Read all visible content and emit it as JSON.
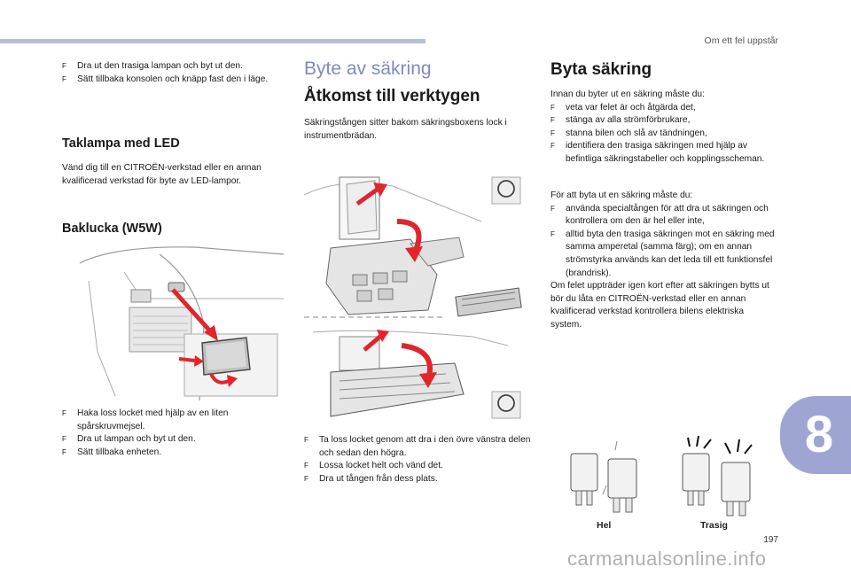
{
  "header": {
    "section": "Om ett fel uppstår"
  },
  "col1": {
    "intro_bullets": [
      "Dra ut den trasiga lampan och byt ut den.",
      "Sätt tillbaka konsolen och knäpp fast den i läge."
    ],
    "led_heading": "Taklampa med LED",
    "led_text": "Vänd dig till en CITROËN-verkstad eller en annan kvalificerad verkstad för byte av LED-lampor.",
    "tailgate_heading": "Baklucka (W5W)",
    "tailgate_bullets": [
      "Haka loss locket med hjälp av en liten spårskruvmejsel.",
      "Dra ut lampan och byt ut den.",
      "Sätt tillbaka enheten."
    ]
  },
  "col2": {
    "section_title": "Byte av säkring",
    "access_heading": "Åtkomst till verktygen",
    "access_text": "Säkringstången sitter bakom säkringsboxens lock i instrumentbrädan.",
    "bullets": [
      "Ta loss locket genom att dra i den övre vänstra delen och sedan den högra.",
      "Lossa locket helt och vänd det.",
      "Dra ut tången från dess plats."
    ]
  },
  "col3": {
    "heading": "Byta säkring",
    "before_text": "Innan du byter ut en säkring måste du:",
    "before_bullets": [
      "veta var felet är och åtgärda det,",
      "stänga av alla strömförbrukare,",
      "stanna bilen och slå av tändningen,",
      "identifiera den trasiga säkringen med hjälp av befintliga säkringstabeller och kopplingsscheman."
    ],
    "replace_text": "För att byta ut en säkring måste du:",
    "replace_bullets": [
      "använda specialtången för att dra ut säkringen och kontrollera om den är hel eller inte,",
      "alltid byta den trasiga säkringen mot en säkring med samma amperetal (samma färg); om en annan strömstyrka används kan det leda till ett funktionsfel (brandrisk)."
    ],
    "closing_text": "Om felet uppträder igen kort efter att säkringen bytts ut bör du låta en CITROËN-verkstad eller en annan kvalificerad verkstad kontrollera bilens elektriska system.",
    "fuse_labels": {
      "ok": "Hel",
      "broken": "Trasig"
    }
  },
  "bullet_glyph": "F",
  "chapter": "8",
  "page_number": "197",
  "watermark": "carmanualsonline.info",
  "colors": {
    "accent": "#7f89c4",
    "arrow": "#e0262b",
    "tab": "#9ea5d2"
  }
}
